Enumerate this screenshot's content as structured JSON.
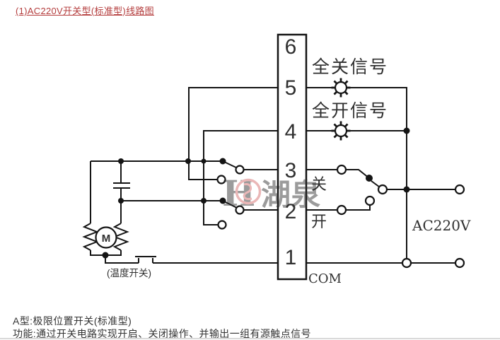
{
  "page": {
    "title": "(1)AC220V开关型(标准型)线路图",
    "footer_line1": "A型:极限位置开关(标准型)",
    "footer_line2": "功能:通过开关电路实现开启、关闭操作、并输出一组有源触点信号"
  },
  "diagram": {
    "terminal_numbers": [
      "6",
      "5",
      "4",
      "3",
      "2",
      "1"
    ],
    "labels": {
      "close_signal": "全关信号",
      "open_signal": "全开信号",
      "close": "关",
      "open": "开",
      "com": "COM",
      "power": "AC220V",
      "thermal_switch": "(温度开关)",
      "motor": "M"
    },
    "watermark": {
      "mark": "H",
      "name": "湖泉"
    },
    "colors": {
      "title_red": "#b43d3d",
      "line_black": "#141414",
      "text_gray": "#333333",
      "watermark_blue": "#7e93c7",
      "watermark_red": "#d46a6a",
      "divider_gray": "#d9d9d9"
    }
  }
}
